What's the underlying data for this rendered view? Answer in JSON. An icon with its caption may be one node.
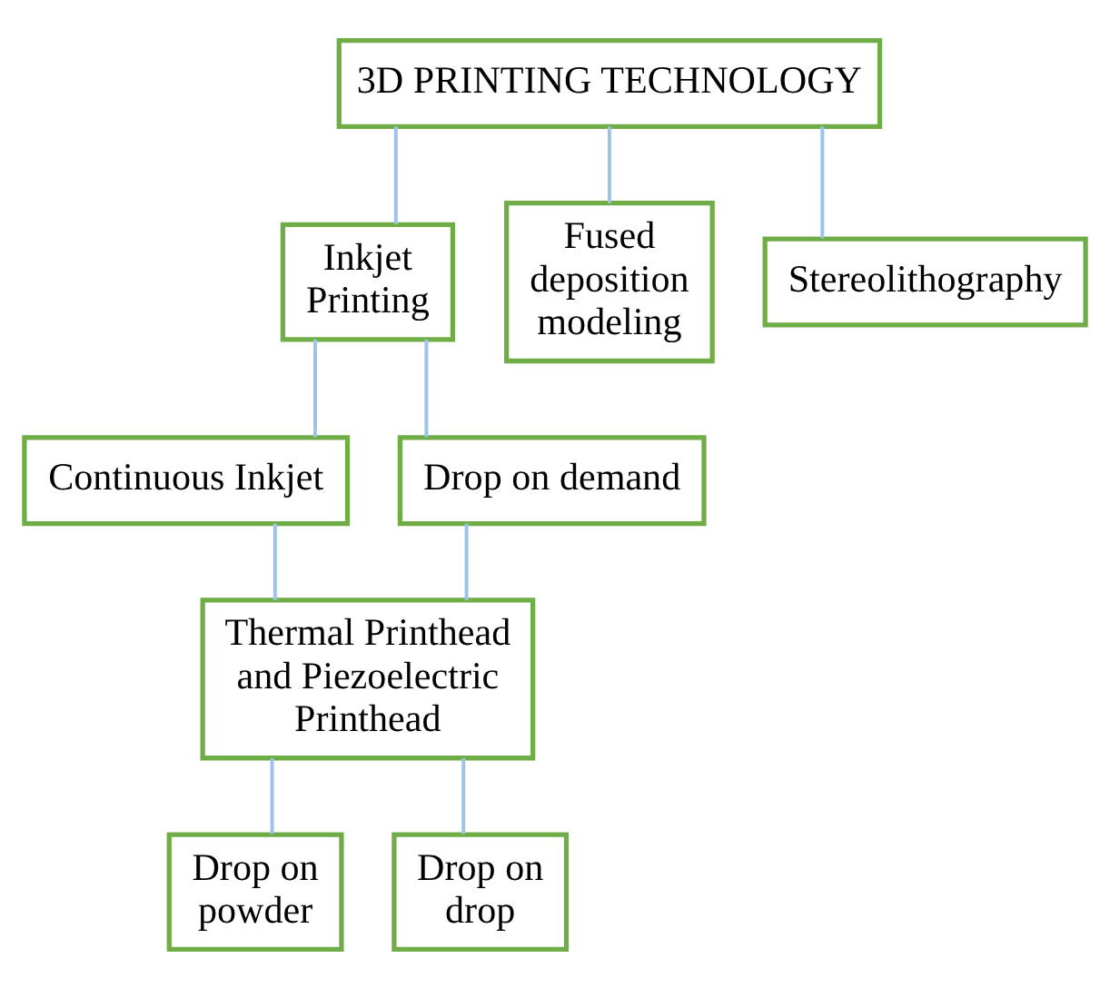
{
  "diagram": {
    "nodes": [
      {
        "text": [
          "3D PRINTING TECHNOLOGY"
        ]
      },
      {
        "text": [
          "Inkjet Printing"
        ]
      },
      {
        "text": [
          "Fused deposition modeling"
        ]
      },
      {
        "text": [
          "Stereolithography"
        ]
      },
      {
        "text": [
          "Continuous Inkjet"
        ]
      },
      {
        "text": [
          "Drop on demand"
        ]
      },
      {
        "text": [
          "Thermal Printhead and Piezoelectric Printhead"
        ]
      },
      {
        "text": [
          "Drop on powder"
        ]
      },
      {
        "text": [
          "Drop on drop"
        ]
      }
    ],
    "edges": [
      {
        "from": 0,
        "to": 1,
        "arrow": "none"
      },
      {
        "from": 0,
        "to": 2,
        "arrow": "none"
      },
      {
        "from": 0,
        "to": 3,
        "arrow": "none"
      },
      {
        "from": 1,
        "to": 4,
        "arrow": "none"
      },
      {
        "from": 1,
        "to": 5,
        "arrow": "none"
      },
      {
        "from": 4,
        "to": 6,
        "arrow": "none"
      },
      {
        "from": 5,
        "to": 6,
        "arrow": "none"
      },
      {
        "from": 6,
        "to": 7,
        "arrow": "none"
      },
      {
        "from": 6,
        "to": 8,
        "arrow": "none"
      }
    ]
  }
}
